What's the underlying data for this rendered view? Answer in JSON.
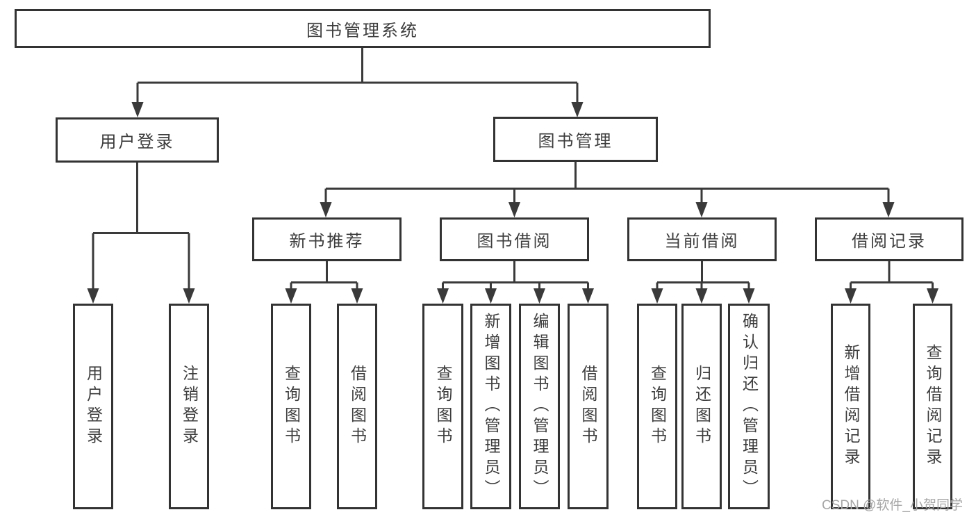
{
  "diagram_type": "functional-structure-tree",
  "colors": {
    "background": "#ffffff",
    "box_border": "#333333",
    "line": "#3a3a3a",
    "text": "#3d3d3d",
    "watermark_text": "#a6a6a6"
  },
  "tree": {
    "label": "图书管理系统",
    "children": [
      {
        "label": "用户登录",
        "children": [
          {
            "label": "用户登录"
          },
          {
            "label": "注销登录"
          }
        ]
      },
      {
        "label": "图书管理",
        "children": [
          {
            "label": "新书推荐",
            "children": [
              {
                "label": "查询图书"
              },
              {
                "label": "借阅图书"
              }
            ]
          },
          {
            "label": "图书借阅",
            "children": [
              {
                "label": "查询图书"
              },
              {
                "label": "新增图书（管理员）"
              },
              {
                "label": "编辑图书（管理员）"
              },
              {
                "label": "借阅图书"
              }
            ]
          },
          {
            "label": "当前借阅",
            "children": [
              {
                "label": "查询图书"
              },
              {
                "label": "归还图书"
              },
              {
                "label": "确认归还（管理员）"
              }
            ]
          },
          {
            "label": "借阅记录",
            "children": [
              {
                "label": "新增借阅记录"
              },
              {
                "label": "查询借阅记录"
              }
            ]
          }
        ]
      }
    ]
  },
  "watermark": {
    "text": "CSDN @软件_小贺同学"
  }
}
